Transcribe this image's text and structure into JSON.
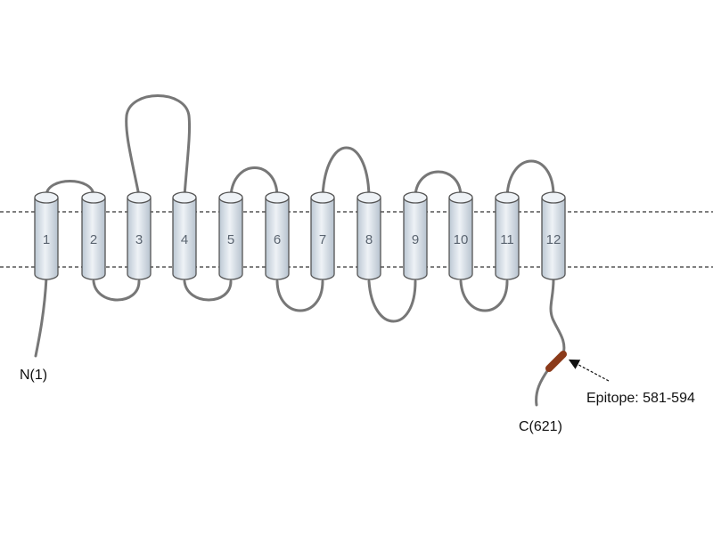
{
  "helices": [
    {
      "label": "1"
    },
    {
      "label": "2"
    },
    {
      "label": "3"
    },
    {
      "label": "4"
    },
    {
      "label": "5"
    },
    {
      "label": "6"
    },
    {
      "label": "7"
    },
    {
      "label": "8"
    },
    {
      "label": "9"
    },
    {
      "label": "10"
    },
    {
      "label": "11"
    },
    {
      "label": "12"
    }
  ],
  "n_terminus": "N(1)",
  "c_terminus": "C(621)",
  "epitope": {
    "label": "Epitope: 581-594",
    "color": "#8b3a1a"
  },
  "colors": {
    "helix_fill_light": "#eef2f6",
    "helix_fill_dark": "#bcc8d4",
    "chain": "#777777"
  }
}
